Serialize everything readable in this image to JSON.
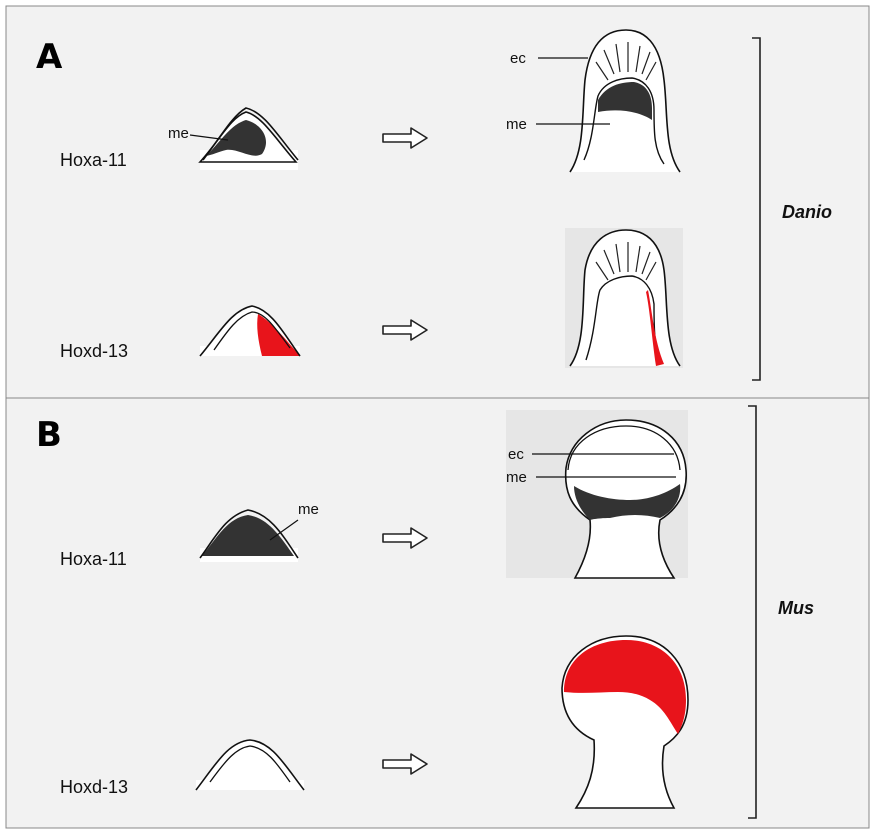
{
  "panels": [
    {
      "letter": "A",
      "species": "Danio",
      "rows": [
        {
          "gene": "Hoxa-11",
          "labels": {
            "early": "me",
            "late_ec": "ec",
            "late_me": "me"
          }
        },
        {
          "gene": "Hoxd-13"
        }
      ]
    },
    {
      "letter": "B",
      "species": "Mus",
      "rows": [
        {
          "gene": "Hoxa-11",
          "labels": {
            "early": "me",
            "late_ec": "ec",
            "late_me": "me"
          }
        },
        {
          "gene": "Hoxd-13"
        }
      ]
    }
  ],
  "colors": {
    "background": "#f2f2f2",
    "expression_gray": "#333333",
    "expression_red": "#e8141b",
    "outline": "#111111"
  },
  "icons": {
    "transition": "hollow-right-arrow-icon"
  }
}
